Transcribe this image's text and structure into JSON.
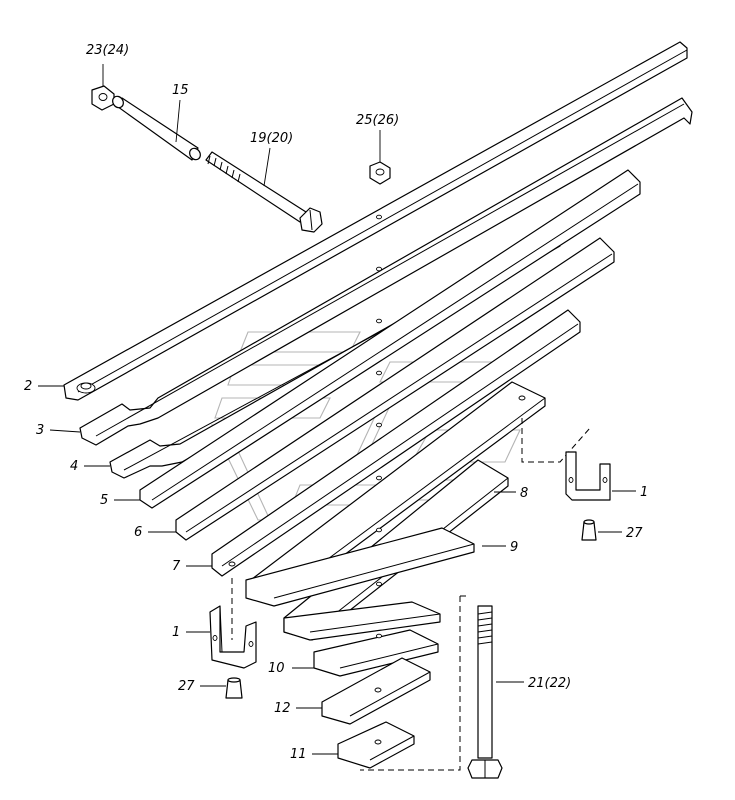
{
  "callouts": {
    "c1_right": "1",
    "c1_left": "1",
    "c2": "2",
    "c3": "3",
    "c4": "4",
    "c5": "5",
    "c6": "6",
    "c7": "7",
    "c8": "8",
    "c9": "9",
    "c10": "10",
    "c11": "11",
    "c12": "12",
    "c15": "15",
    "c19_20": "19(20)",
    "c21_22": "21(22)",
    "c23_24": "23(24)",
    "c25_26": "25(26)",
    "c27_right": "27",
    "c27_left": "27"
  }
}
